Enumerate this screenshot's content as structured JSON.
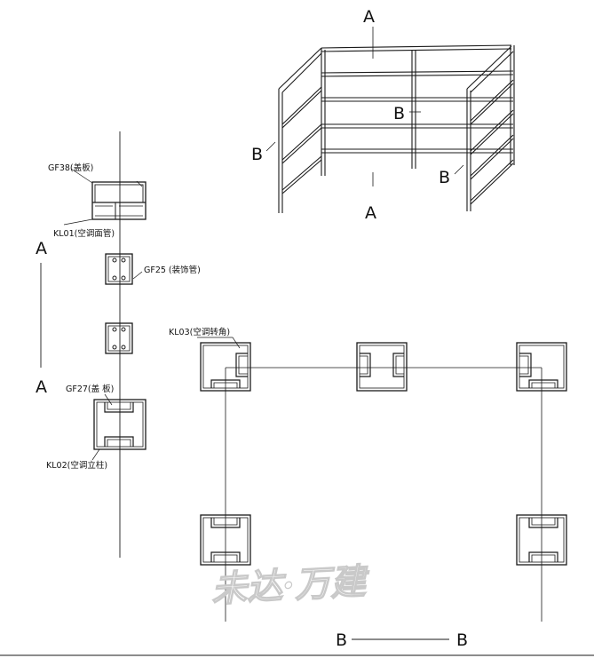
{
  "labels": {
    "A": "A",
    "B": "B"
  },
  "parts": {
    "gf38": "GF38(盖板)",
    "kl01": "KL01(空调面管)",
    "gf25": "GF25 (装饰管)",
    "gf27": "GF27(盖 板)",
    "kl02": "KL02(空调立柱)",
    "kl03": "KL03(空调转角)"
  },
  "watermark": {
    "text": "未达·万建"
  },
  "colors": {
    "line": "#1a1a1a",
    "background": "#ffffff",
    "watermark_outline": "#c9c9c9"
  }
}
